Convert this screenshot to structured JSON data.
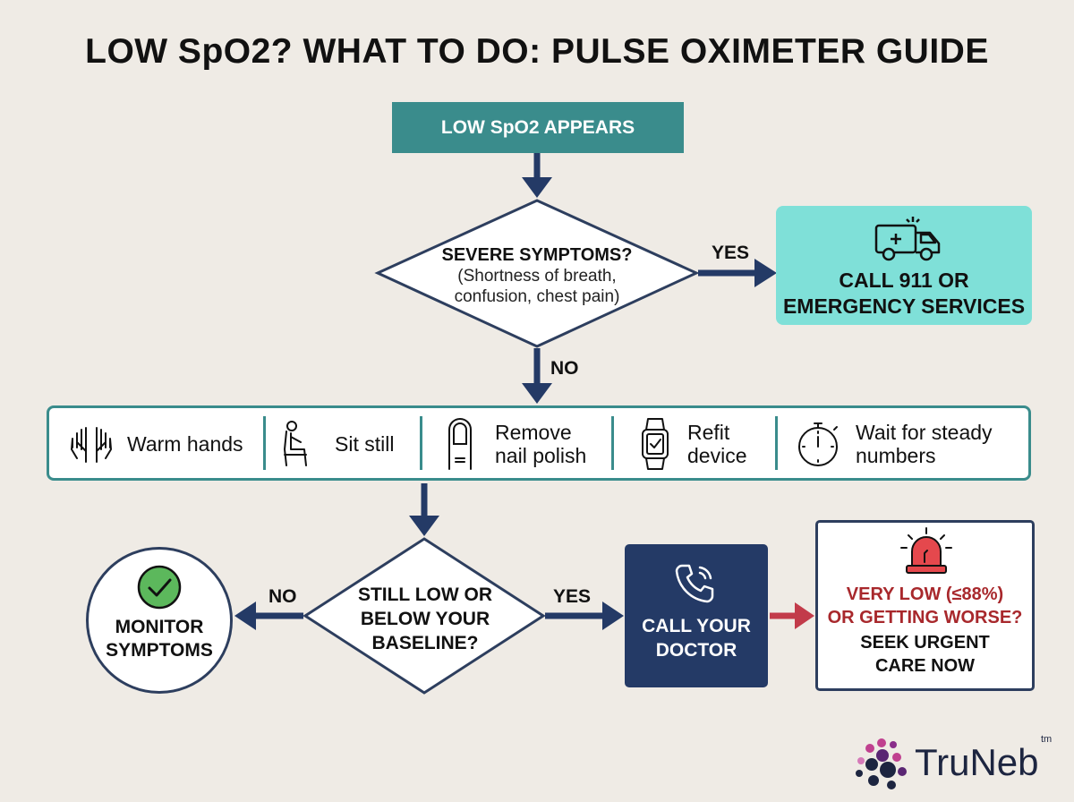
{
  "title": "LOW SpO2? WHAT TO DO: PULSE OXIMETER GUIDE",
  "start": {
    "label": "LOW SpO2 APPEARS"
  },
  "decision1": {
    "question": "SEVERE SYMPTOMS?",
    "details_line1": "(Shortness of breath,",
    "details_line2": "confusion, chest pain)",
    "yes_label": "YES",
    "no_label": "NO"
  },
  "emergency": {
    "line1": "CALL 911 OR",
    "line2": "EMERGENCY SERVICES",
    "icon": "ambulance-icon"
  },
  "steps": [
    {
      "icon": "hands-icon",
      "line1": "Warm hands",
      "line2": ""
    },
    {
      "icon": "sitting-person-icon",
      "line1": "Sit still",
      "line2": ""
    },
    {
      "icon": "fingernail-icon",
      "line1": "Remove",
      "line2": "nail polish"
    },
    {
      "icon": "smartwatch-icon",
      "line1": "Refit",
      "line2": "device"
    },
    {
      "icon": "timer-icon",
      "line1": "Wait for steady",
      "line2": "numbers"
    }
  ],
  "decision2": {
    "line1": "STILL LOW OR",
    "line2": "BELOW YOUR",
    "line3": "BASELINE?",
    "no_label": "NO",
    "yes_label": "YES"
  },
  "monitor": {
    "line1": "MONITOR",
    "line2": "SYMPTOMS",
    "icon": "check-icon"
  },
  "doctor": {
    "line1": "CALL YOUR",
    "line2": "DOCTOR",
    "icon": "phone-icon"
  },
  "urgent": {
    "red_line1": "VERY LOW (≤88%)",
    "red_line2": "OR GETTING WORSE?",
    "line3": "SEEK URGENT",
    "line4": "CARE NOW",
    "icon": "siren-icon"
  },
  "logo": {
    "text": "TruNeb",
    "tm": "tm"
  },
  "colors": {
    "background": "#efebe5",
    "teal": "#3a8c8c",
    "navy": "#243a66",
    "aqua": "#7fe0d8",
    "red": "#a8282c",
    "green": "#5cb85c"
  }
}
